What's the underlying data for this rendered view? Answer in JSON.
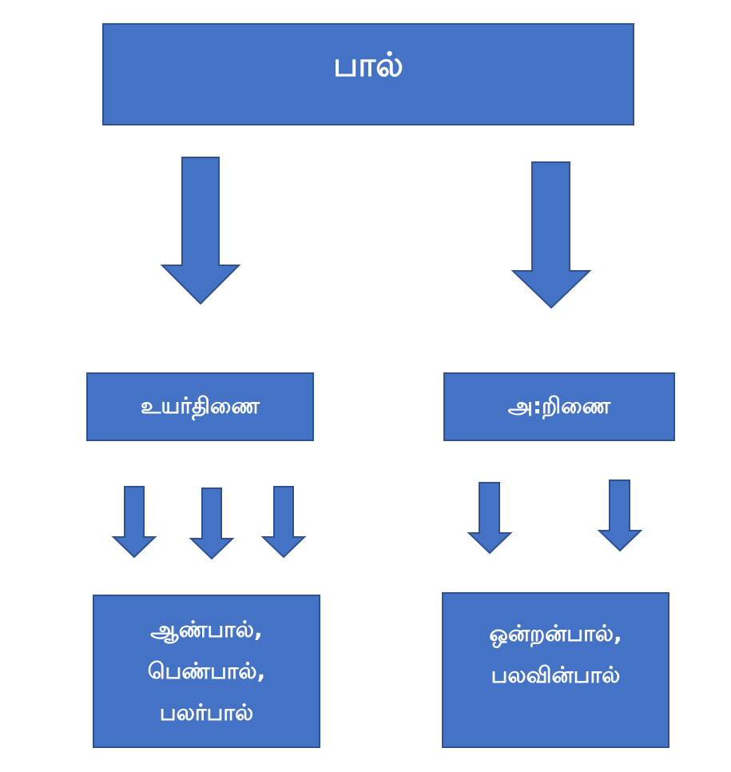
{
  "diagram": {
    "root": {
      "label": "பால்"
    },
    "branches": [
      {
        "label": "உயர்திணை",
        "children": [
          "ஆண்பால்,",
          "பெண்பால்,",
          "பலர்பால்"
        ]
      },
      {
        "label": "அ:றிணை",
        "children": [
          "ஒன்றன்பால்,",
          "பலவின்பால்"
        ]
      }
    ],
    "colors": {
      "box_fill": "#4472c4",
      "box_border": "#2f528f",
      "text": "#ffffff",
      "background": "#ffffff"
    }
  }
}
